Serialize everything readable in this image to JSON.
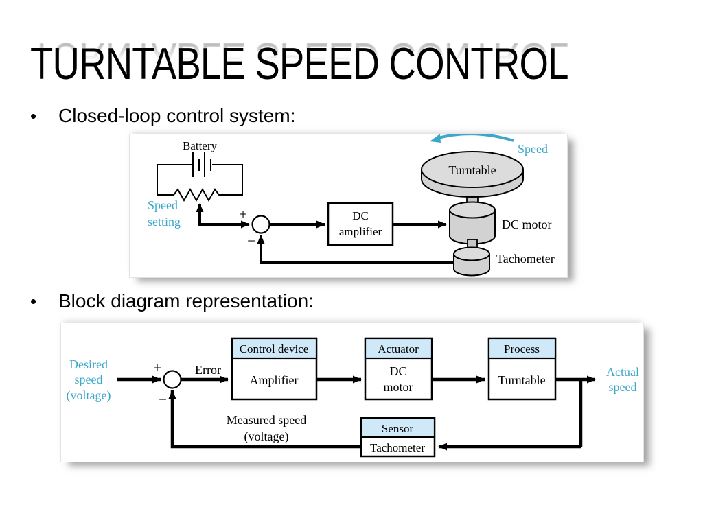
{
  "slide": {
    "title": "TURNTABLE SPEED CONTROL",
    "bullet_char": "•",
    "bullets": [
      "Closed-loop control system:",
      "Block diagram representation:"
    ]
  },
  "colors": {
    "accent_cyan": "#3da7ca",
    "block_header_blue": "#cfe9f8",
    "cylinder_gray": "#d9d9d9",
    "text_black": "#000000",
    "background": "#ffffff"
  },
  "diagram1": {
    "labels": {
      "battery": "Battery",
      "speed_setting_line1": "Speed",
      "speed_setting_line2": "setting",
      "plus": "+",
      "minus": "−",
      "amp_line1": "DC",
      "amp_line2": "amplifier",
      "turntable": "Turntable",
      "speed": "Speed",
      "dc_motor": "DC motor",
      "tachometer": "Tachometer"
    }
  },
  "diagram2": {
    "labels": {
      "desired_line1": "Desired",
      "desired_line2": "speed",
      "desired_line3": "(voltage)",
      "plus": "+",
      "minus": "−",
      "error": "Error",
      "measured_line1": "Measured speed",
      "measured_line2": "(voltage)",
      "actual_line1": "Actual",
      "actual_line2": "speed"
    },
    "blocks": [
      {
        "header": "Control device",
        "body": "Amplifier"
      },
      {
        "header": "Actuator",
        "body_line1": "DC",
        "body_line2": "motor"
      },
      {
        "header": "Process",
        "body": "Turntable"
      },
      {
        "header": "Sensor",
        "body": "Tachometer"
      }
    ]
  }
}
